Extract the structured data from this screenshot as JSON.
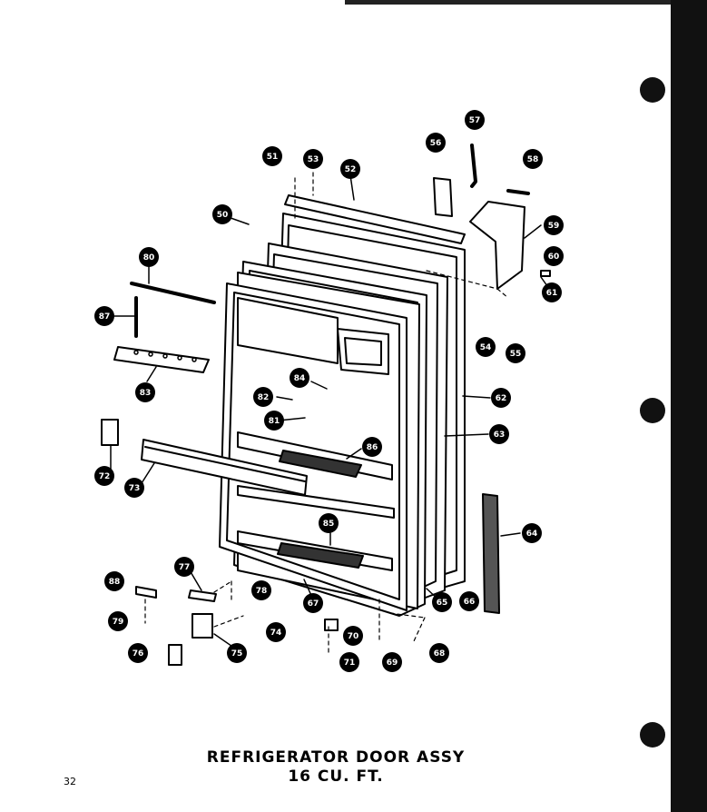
{
  "title": {
    "line1": "REFRIGERATOR DOOR ASSY",
    "line2": "16 CU. FT."
  },
  "page_number": "32",
  "callouts": [
    {
      "id": "51",
      "label": "51"
    },
    {
      "id": "53",
      "label": "53"
    },
    {
      "id": "52",
      "label": "52"
    },
    {
      "id": "56",
      "label": "56"
    },
    {
      "id": "57",
      "label": "57"
    },
    {
      "id": "58",
      "label": "58"
    },
    {
      "id": "50",
      "label": "50"
    },
    {
      "id": "59",
      "label": "59"
    },
    {
      "id": "60",
      "label": "60"
    },
    {
      "id": "61",
      "label": "61"
    },
    {
      "id": "54",
      "label": "54"
    },
    {
      "id": "55",
      "label": "55"
    },
    {
      "id": "80",
      "label": "80"
    },
    {
      "id": "87",
      "label": "87"
    },
    {
      "id": "83",
      "label": "83"
    },
    {
      "id": "84",
      "label": "84"
    },
    {
      "id": "82",
      "label": "82"
    },
    {
      "id": "81",
      "label": "81"
    },
    {
      "id": "62",
      "label": "62"
    },
    {
      "id": "63",
      "label": "63"
    },
    {
      "id": "86",
      "label": "86"
    },
    {
      "id": "72",
      "label": "72"
    },
    {
      "id": "73",
      "label": "73"
    },
    {
      "id": "85",
      "label": "85"
    },
    {
      "id": "64",
      "label": "64"
    },
    {
      "id": "77",
      "label": "77"
    },
    {
      "id": "88",
      "label": "88"
    },
    {
      "id": "78",
      "label": "78"
    },
    {
      "id": "67",
      "label": "67"
    },
    {
      "id": "65",
      "label": "65"
    },
    {
      "id": "66",
      "label": "66"
    },
    {
      "id": "79",
      "label": "79"
    },
    {
      "id": "74",
      "label": "74"
    },
    {
      "id": "70",
      "label": "70"
    },
    {
      "id": "76",
      "label": "76"
    },
    {
      "id": "75",
      "label": "75"
    },
    {
      "id": "71",
      "label": "71"
    },
    {
      "id": "69",
      "label": "69"
    },
    {
      "id": "68",
      "label": "68"
    }
  ]
}
